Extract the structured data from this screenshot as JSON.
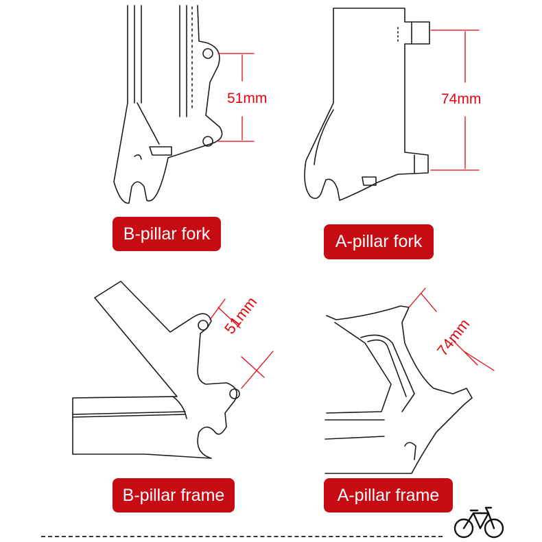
{
  "colors": {
    "accent": "#c60b12",
    "dimension": "#e30613",
    "line": "#1a1a1a"
  },
  "panels": {
    "b_fork": {
      "label": "B-pillar fork",
      "measure": "51mm"
    },
    "a_fork": {
      "label": "A-pillar fork",
      "measure": "74mm"
    },
    "b_frame": {
      "label": "B-pillar frame",
      "measure": "51mm"
    },
    "a_frame": {
      "label": "A-pillar frame",
      "measure": "74mm"
    }
  },
  "footer": {
    "icon": "bicycle-icon"
  }
}
